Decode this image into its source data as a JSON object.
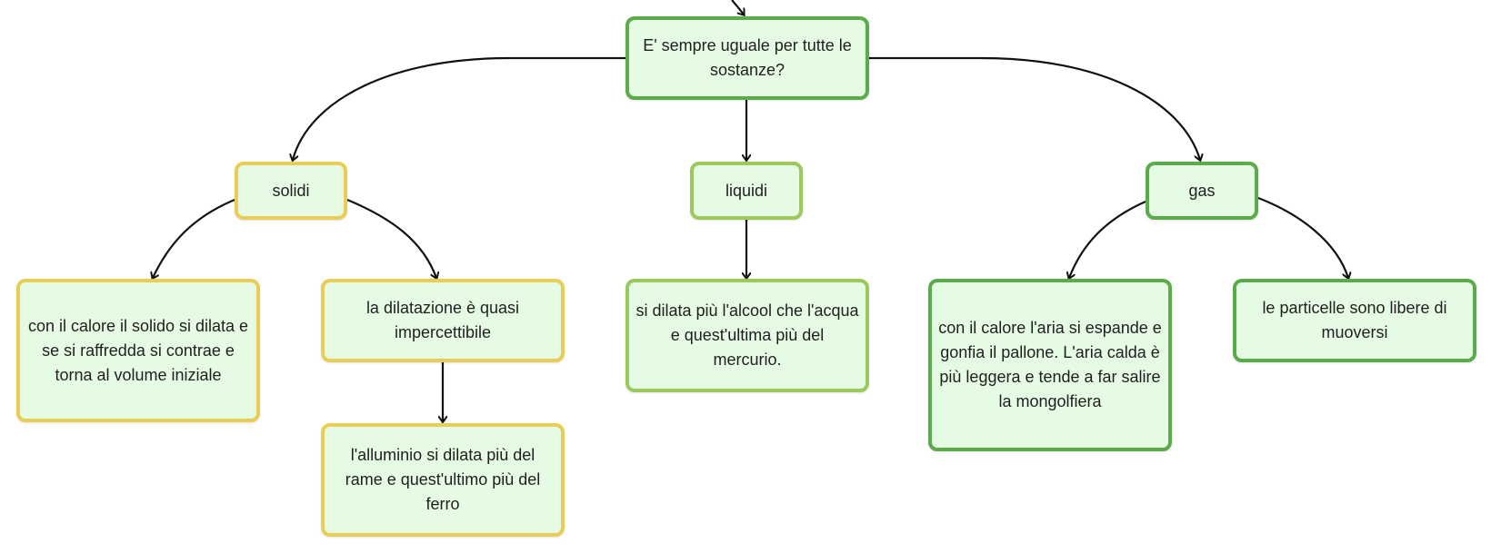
{
  "colors": {
    "yellow": "#e8cd57",
    "light_green": "#9bc95c",
    "green": "#5aac4a",
    "fill": "#e6fbe4",
    "line": "#111111"
  },
  "nodes": {
    "root": "E' sempre uguale per tutte le sostanze?",
    "solidi": "solidi",
    "liquidi": "liquidi",
    "gas": "gas",
    "solid_1": "con il calore il solido si dilata e se si raffredda si contrae e torna al volume iniziale",
    "solid_2": "la dilatazione è quasi impercettibile",
    "solid_3": "l'alluminio si dilata più del rame e quest'ultimo più del ferro",
    "liquid_1": "si dilata più l'alcool che l'acqua e quest'ultima più del mercurio.",
    "gas_1": "con il calore l'aria si espande e gonfia il pallone. L'aria calda è più leggera e tende a far salire la mongolfiera",
    "gas_2": "le particelle sono libere di muoversi"
  }
}
